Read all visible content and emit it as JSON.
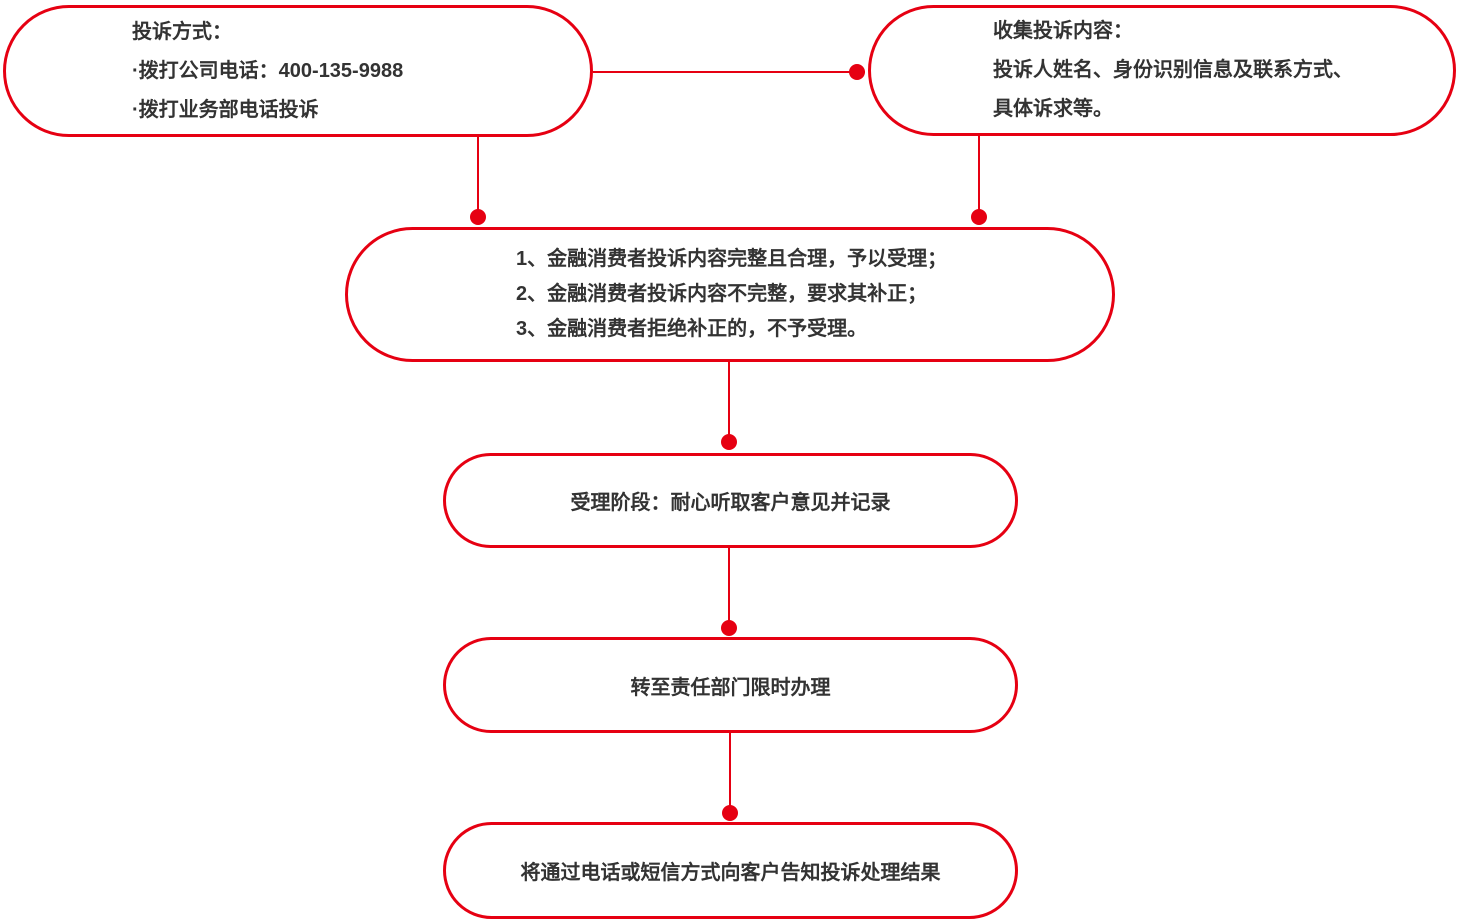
{
  "colors": {
    "accent_red": "#e60012",
    "text": "#333333",
    "background": "#ffffff"
  },
  "flowchart": {
    "nodes": {
      "complaint_methods": {
        "lines": [
          "投诉方式：",
          "·拨打公司电话：400-135-9988",
          "·拨打业务部电话投诉"
        ]
      },
      "collect_content": {
        "lines": [
          "收集投诉内容：",
          "投诉人姓名、身份识别信息及联系方式、",
          "具体诉求等。"
        ]
      },
      "triage_rules": {
        "lines": [
          "1、金融消费者投诉内容完整且合理，予以受理；",
          "2、金融消费者投诉内容不完整，要求其补正；",
          "3、金融消费者拒绝补正的，不予受理。"
        ]
      },
      "acceptance_stage": {
        "text": "受理阶段：耐心听取客户意见并记录"
      },
      "transfer_department": {
        "text": "转至责任部门限时办理"
      },
      "notify_result": {
        "text": "将通过电话或短信方式向客户告知投诉处理结果"
      }
    }
  }
}
